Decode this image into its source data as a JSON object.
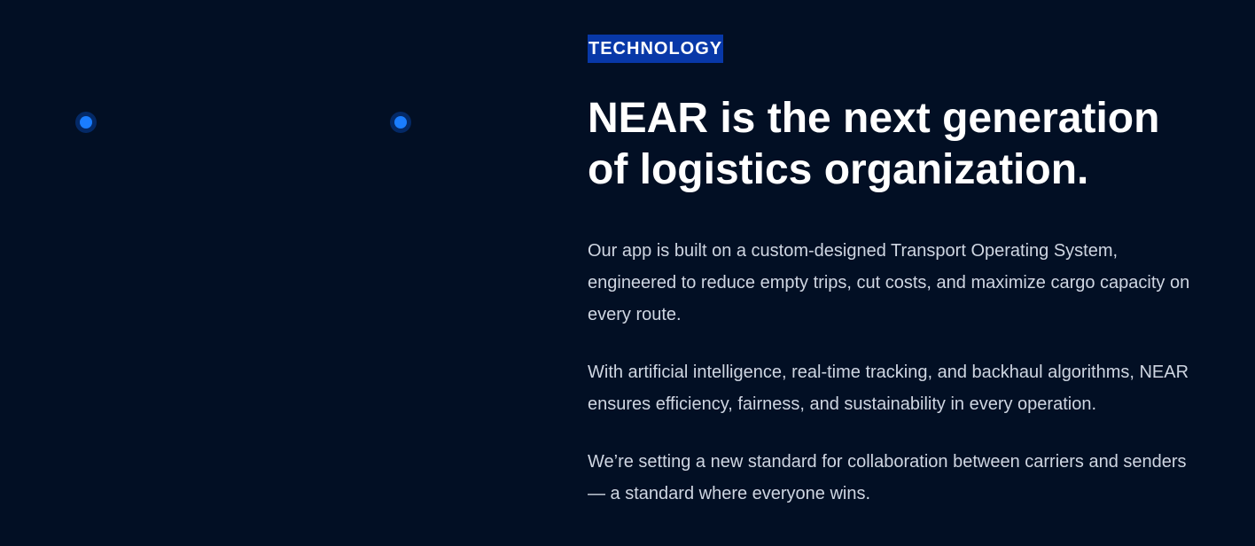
{
  "section": {
    "eyebrow": "TECHNOLOGY",
    "headline": "NEAR is the next generation of logistics organization.",
    "paragraphs": [
      "Our app is built on a custom-designed Transport Operating System, engineered to reduce empty trips, cut costs, and maximize cargo capacity on every route.",
      "With artificial intelligence, real-time tracking, and backhaul algorithms, NEAR ensures efficiency, fairness, and sustainability in every operation.",
      "We’re setting a new standard for collaboration between carriers and senders — a standard where everyone wins."
    ]
  },
  "decor": {
    "dots": [
      "timeline-dot",
      "timeline-dot"
    ]
  },
  "colors": {
    "background": "#020f24",
    "accent": "#0838a8",
    "dot": "#1a7dff",
    "text": "#cfd6e2"
  }
}
